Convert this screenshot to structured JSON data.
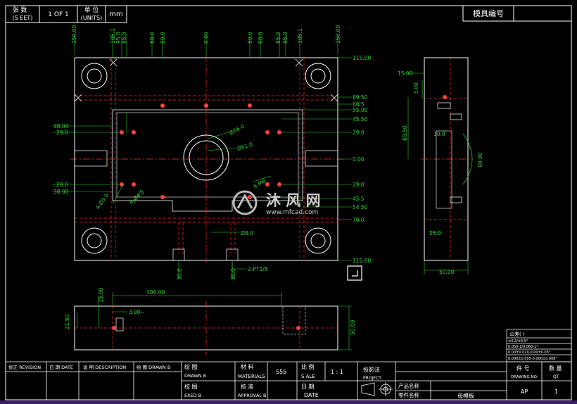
{
  "header": {
    "sheets_label_cn": "张 数",
    "sheets_label_en": "(S EET)",
    "sheets_value": "1 OF 1",
    "units_label_cn": "单 位",
    "units_label_en": "(UNITS)",
    "units_value": "mm",
    "mold_no_label": "模具编号"
  },
  "top_dims": [
    "150.00",
    "105.1",
    "95.0",
    "85.0",
    "60.0",
    "50.0",
    "0.00",
    "50.0",
    "60.0",
    "85.0",
    "95.0",
    "105.1",
    "150.00"
  ],
  "right_dims": [
    "115.00",
    "69.50",
    "60.5",
    "55.00",
    "45.50",
    "29.0",
    "0.00",
    "29.0",
    "45.5",
    "54.50",
    "70.0",
    "115.00"
  ],
  "left_dims": [
    "38.00",
    "29.0",
    "29.0",
    "38.00"
  ],
  "callouts": {
    "big_hole_dia": "Ø56.0",
    "inner_dia": "Ø61.0",
    "small_holes": "4-Ø3.0",
    "holes_b": "4-Ø4.0",
    "m_thread": "4-M8",
    "dim_85": "Ø8.0",
    "pt_thread": "2-PT1/8",
    "bottom_30_left": "30.0",
    "bottom_30_right": "30.0"
  },
  "side_view": {
    "dim_15": "15.00",
    "dim_3": "3.00",
    "dim_69": "69.50",
    "dim_10": "10.0",
    "dim_90": "90.00",
    "dim_25": "25.0",
    "dim_50": "50.00"
  },
  "bottom_view": {
    "dim_106": "106.00",
    "dim_15": "15.00",
    "dim_3": "3.00~",
    "dim_21": "21.50",
    "dim_50": "50.00"
  },
  "tolerance": {
    "title": "公差( )",
    "rows": [
      "±0.2/±0.5°",
      "0.050-1/0.060-1°",
      "0.00±0.010-0.00±0.05°",
      "0.000±0.005-0.000±0.008°"
    ]
  },
  "title_block": {
    "revision": "修正 REVISION",
    "date": "日 期 DATE",
    "description": "说 明 DESCRIPTION",
    "drawn_by_col": "绘 图 DRAWN B",
    "drawn_cn": "绘 图",
    "drawn_en": "DRAWN B",
    "checked_cn": "校 图",
    "checked_en": "EXED B",
    "material_cn": "材 料",
    "material_en": "MATERIALS",
    "material_value": "S55",
    "approval_cn": "核 准",
    "approval_en": "APPROVAL B",
    "scale_cn": "比 例",
    "scale_en": "S ALE",
    "scale_value": "1 : 1",
    "date_cn": "日 期",
    "date_en": "DATE",
    "projection_cn": "投影法",
    "projection_en": "PROJECT",
    "product_label": "产品名称",
    "part_label": "零件名称",
    "part_value": "母模板",
    "item_cn": "件 号",
    "item_en": "DRAWING NO.",
    "qty_cn": "数 量",
    "qty_en": "QT",
    "item_value": "AP",
    "qty_value": "1"
  },
  "watermark": {
    "brand_cn": "沐 风 网",
    "url": "www.mfcad.com"
  }
}
